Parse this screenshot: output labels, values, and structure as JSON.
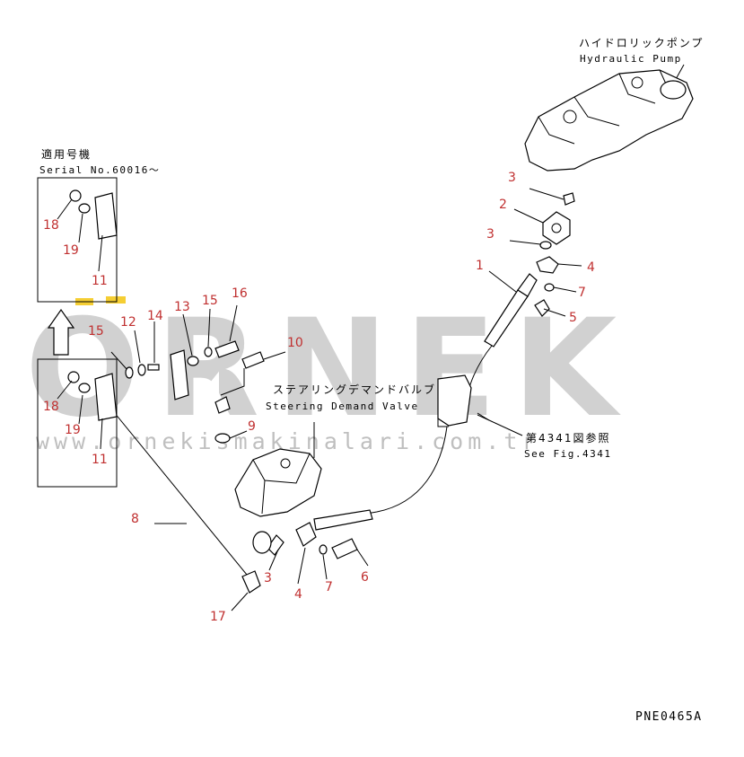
{
  "labels": {
    "hydraulic_pump_jp": "ハイドロリックポンプ",
    "hydraulic_pump_en": "Hydraulic Pump",
    "serial_jp": "適用号機",
    "serial_en": "Serial No.60016～",
    "steering_valve_jp": "ステアリングデマンドバルブ",
    "steering_valve_en": "Steering Demand Valve",
    "see_fig_jp": "第4341図参照",
    "see_fig_en": "See Fig.4341",
    "figure_code": "PNE0465A"
  },
  "watermark": {
    "brand": "ORNEK",
    "url": "www.ornekismakinalari.com.tr",
    "color": "#9a9a9a",
    "accent": "#f2c200"
  },
  "part_numbers": [
    {
      "id": "1",
      "text": "1"
    },
    {
      "id": "2",
      "text": "2"
    },
    {
      "id": "3a",
      "text": "3"
    },
    {
      "id": "3b",
      "text": "3"
    },
    {
      "id": "3c",
      "text": "3"
    },
    {
      "id": "4a",
      "text": "4"
    },
    {
      "id": "4b",
      "text": "4"
    },
    {
      "id": "5",
      "text": "5"
    },
    {
      "id": "6",
      "text": "6"
    },
    {
      "id": "7a",
      "text": "7"
    },
    {
      "id": "7b",
      "text": "7"
    },
    {
      "id": "8",
      "text": "8"
    },
    {
      "id": "9",
      "text": "9"
    },
    {
      "id": "10",
      "text": "10"
    },
    {
      "id": "11a",
      "text": "11"
    },
    {
      "id": "11b",
      "text": "11"
    },
    {
      "id": "12",
      "text": "12"
    },
    {
      "id": "13",
      "text": "13"
    },
    {
      "id": "14",
      "text": "14"
    },
    {
      "id": "15a",
      "text": "15"
    },
    {
      "id": "15b",
      "text": "15"
    },
    {
      "id": "16",
      "text": "16"
    },
    {
      "id": "17",
      "text": "17"
    },
    {
      "id": "18a",
      "text": "18"
    },
    {
      "id": "18b",
      "text": "18"
    },
    {
      "id": "19a",
      "text": "19"
    },
    {
      "id": "19b",
      "text": "19"
    }
  ],
  "colors": {
    "number_red": "#c03030",
    "line": "#000000"
  }
}
